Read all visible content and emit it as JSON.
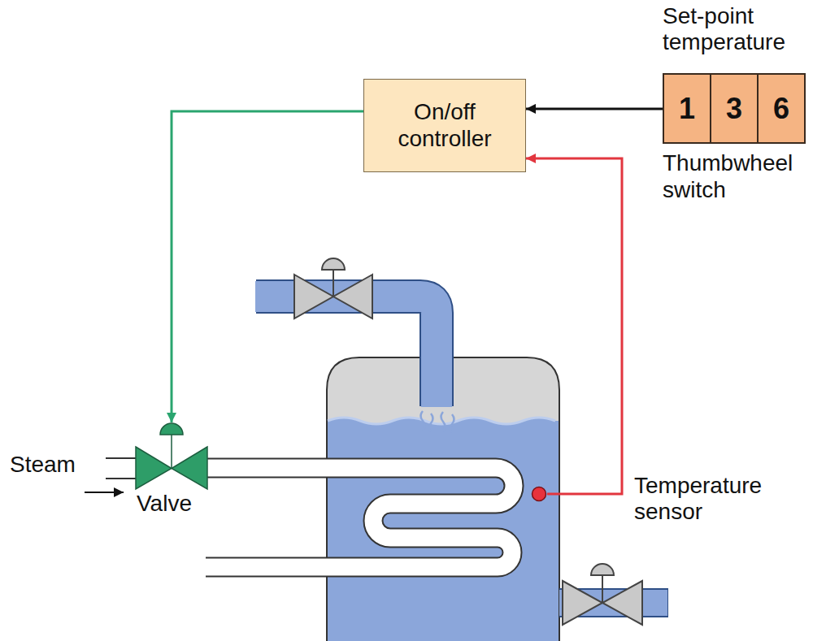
{
  "diagram": {
    "nodes": [
      {
        "text": [
          "On/off controller"
        ]
      },
      {
        "text": [
          "Set-point temperature",
          "Thumbwheel switch"
        ]
      },
      {
        "text": [
          "1"
        ],
        "in": 1
      },
      {
        "text": [
          "3"
        ],
        "in": 1
      },
      {
        "text": [
          "6"
        ],
        "in": 1
      },
      {
        "text": [
          "Valve"
        ]
      },
      {
        "text": [
          "Temperature sensor"
        ]
      }
    ],
    "edges": [
      {
        "from": 1,
        "to": 0,
        "arrow": "to"
      },
      {
        "from": 0,
        "to": 5,
        "arrow": "to"
      },
      {
        "from": 6,
        "to": 0,
        "arrow": "to"
      }
    ],
    "labels": [
      "Steam"
    ]
  }
}
